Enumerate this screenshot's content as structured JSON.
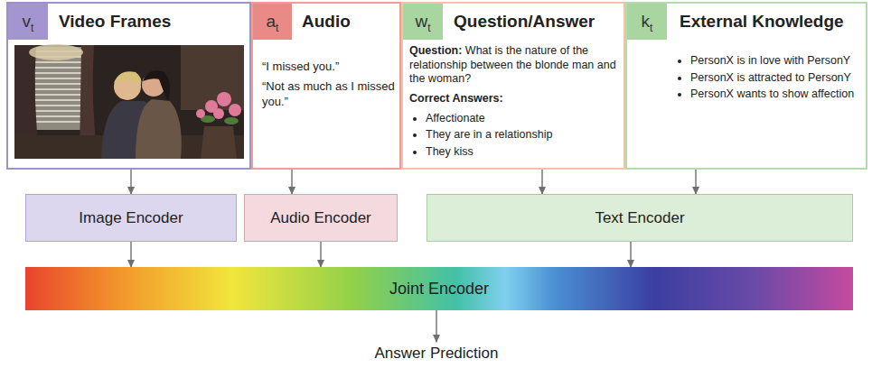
{
  "diagram": {
    "nodes": [
      {
        "text": [
          "Video Frames"
        ]
      },
      {
        "text": [
          "v",
          "t"
        ],
        "in": 0
      },
      {
        "text": [
          "Audio",
          "“I missed you.”",
          "“Not as much as I missed you.”"
        ]
      },
      {
        "text": [
          "a",
          "t"
        ],
        "in": 2
      },
      {
        "text": [
          "Question/Answer",
          "Question:",
          "What is the nature of the relationship between the blonde man and the woman?",
          "Correct Answers:",
          "Affectionate",
          "They are in a relationship",
          "They kiss"
        ]
      },
      {
        "text": [
          "w",
          "t"
        ],
        "in": 4
      },
      {
        "text": [
          "External Knowledge",
          "PersonX is in love with PersonY",
          "PersonX is attracted to PersonY",
          "PersonX wants to show affection"
        ]
      },
      {
        "text": [
          "k",
          "t"
        ],
        "in": 6
      },
      {
        "text": [
          "Image Encoder"
        ]
      },
      {
        "text": [
          "Audio Encoder"
        ]
      },
      {
        "text": [
          "Text Encoder"
        ]
      },
      {
        "text": [
          "Joint Encoder"
        ]
      },
      {
        "text": [
          "Answer Prediction"
        ]
      }
    ],
    "edges": [
      {
        "from": 0,
        "to": 8,
        "arrow": "to"
      },
      {
        "from": 2,
        "to": 9,
        "arrow": "to"
      },
      {
        "from": 4,
        "to": 10,
        "arrow": "to"
      },
      {
        "from": 6,
        "to": 10,
        "arrow": "to"
      },
      {
        "from": 8,
        "to": 11,
        "arrow": "to"
      },
      {
        "from": 9,
        "to": 11,
        "arrow": "to"
      },
      {
        "from": 10,
        "to": 11,
        "arrow": "to"
      },
      {
        "from": 11,
        "to": 12,
        "arrow": "to"
      }
    ]
  }
}
